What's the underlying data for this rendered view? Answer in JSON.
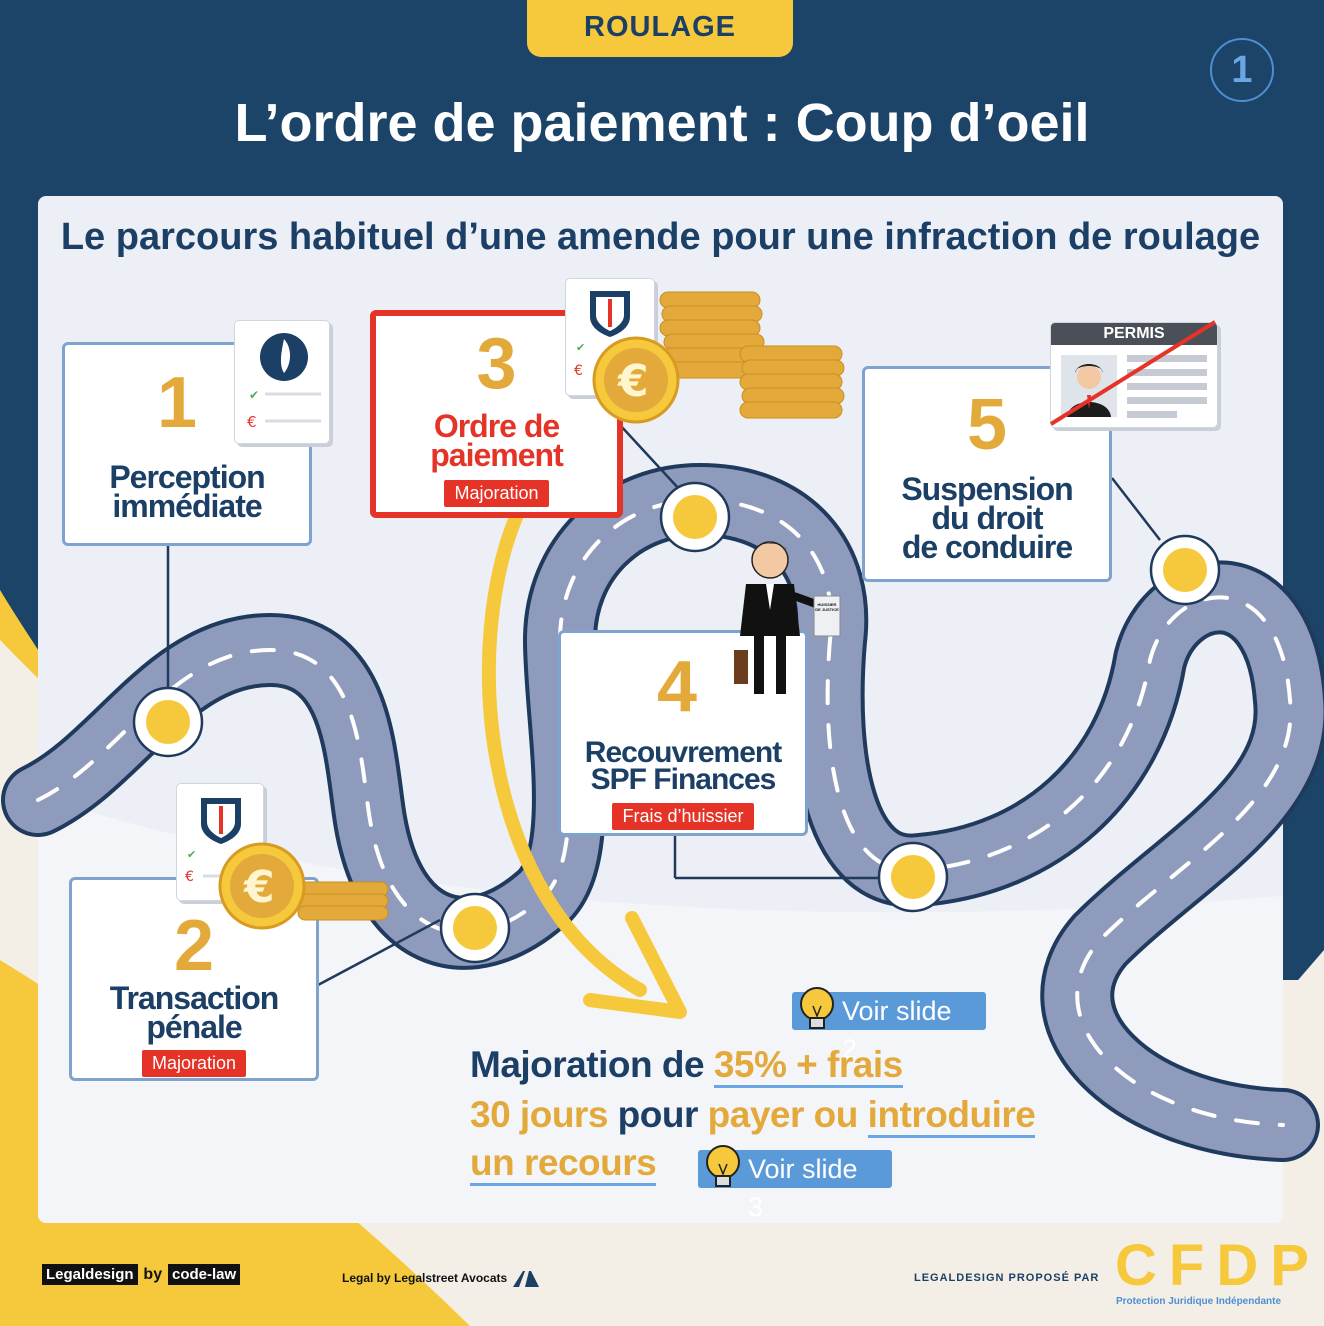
{
  "tag": "ROULAGE",
  "slide_number": "1",
  "title": "L’ordre de paiement : Coup d’oeil",
  "subtitle": "Le parcours habituel d’une amende pour une infraction de roulage",
  "steps": [
    {
      "number": "1",
      "label_line1": "Perception",
      "label_line2": "immédiate"
    },
    {
      "number": "2",
      "label_line1": "Transaction",
      "label_line2": "pénale",
      "badge": "Majoration"
    },
    {
      "number": "3",
      "label_line1": "Ordre de",
      "label_line2": "paiement",
      "badge": "Majoration"
    },
    {
      "number": "4",
      "label_line1": "Recouvrement",
      "label_line2": "SPF Finances",
      "badge": "Frais d’huissier"
    },
    {
      "number": "5",
      "label_line1": "Suspension",
      "label_line2": "du droit",
      "label_line3": "de conduire"
    }
  ],
  "permis_label": "PERMIS",
  "huissier_label": "HUISSIER DE JUSTICE",
  "summary": {
    "line1_a": "Majoration de ",
    "line1_b": "35% + frais",
    "line2_a": "30 jours",
    "line2_b": " pour ",
    "line2_c": "payer ou ",
    "line2_d": "introduire",
    "line3_a": "un recours"
  },
  "tip1": "Voir slide 2",
  "tip2": "Voir slide 3",
  "footer": {
    "legaldesign": "Legaldesign",
    "by": "by",
    "codelaw": "code-law",
    "legalstreet": "Legal by Legalstreet Avocats",
    "propose": "LEGALDESIGN PROPOSÉ PAR",
    "cfdp": "CFDP",
    "cfdp_sub": "Protection Juridique Indépendante"
  },
  "colors": {
    "navy": "#1c4368",
    "gold": "#e3a93b",
    "yellow": "#f6c93c",
    "red": "#e53327",
    "blue": "#5a9ad8",
    "road": "#8f9bbd"
  }
}
